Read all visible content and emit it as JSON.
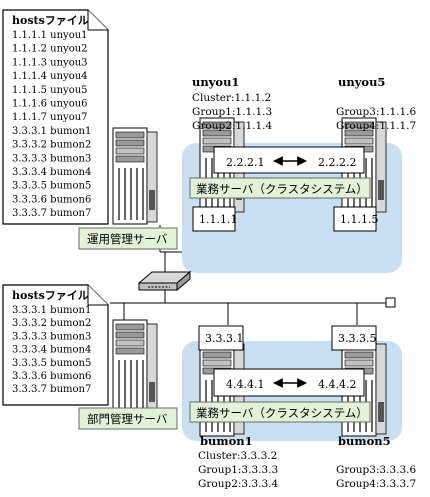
{
  "hosts_upper": {
    "title": "hostsファイル",
    "lines": [
      "1.1.1.1 unyou1",
      "1.1.1.2 unyou2",
      "1.1.1.3 unyou3",
      "1.1.1.4 unyou4",
      "1.1.1.5 unyou5",
      "1.1.1.6 unyou6",
      "1.1.1.7 unyou7",
      "3.3.3.1 bumon1",
      "3.3.3.2 bumon2",
      "3.3.3.3 bumon3",
      "3.3.3.4 bumon4",
      "3.3.3.5 bumon5",
      "3.3.3.6 bumon6",
      "3.3.3.7 bumon7"
    ]
  },
  "hosts_lower": {
    "title": "hostsファイル",
    "lines": [
      "3.3.3.1 bumon1",
      "3.3.3.2 bumon2",
      "3.3.3.3 bumon3",
      "3.3.3.4 bumon4",
      "3.3.3.5 bumon5",
      "3.3.3.6 bumon6",
      "3.3.3.7 bumon7"
    ]
  },
  "upper": {
    "server_label": "運用管理サーバ",
    "cluster_label": "業務サーバ（クラスタシステム）",
    "node1": {
      "name": "unyou1",
      "info": [
        "Cluster:1.1.1.2",
        "Group1:1.1.1.3",
        "Group2:1.1.1.4"
      ],
      "ip": "1.1.1.1"
    },
    "node2": {
      "name": "unyou5",
      "info": [
        "Group3:1.1.1.6",
        "Group4:1.1.1.7"
      ],
      "ip": "1.1.1.5"
    },
    "link_left": "2.2.2.1",
    "link_right": "2.2.2.2"
  },
  "lower": {
    "server_label": "部門管理サーバ",
    "cluster_label": "業務サーバ（クラスタシステム）",
    "node1": {
      "name": "bumon1",
      "info": [
        "Cluster:3.3.3.2",
        "Group1:3.3.3.3",
        "Group2:3.3.3.4"
      ],
      "ip": "3.3.3.1"
    },
    "node2": {
      "name": "bumon5",
      "info": [
        "Group3:3.3.3.6",
        "Group4:3.3.3.7"
      ],
      "ip": "3.3.3.5"
    },
    "link_left": "4.4.4.1",
    "link_right": "4.4.4.2"
  },
  "colors": {
    "cluster_bg": "#c7dff0",
    "label_bg": "#e3f1d6",
    "line": "#000000"
  }
}
